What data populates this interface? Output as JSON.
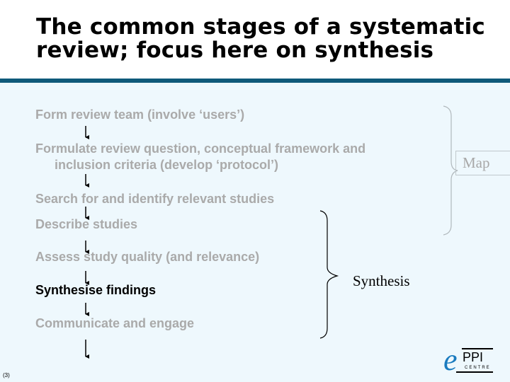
{
  "slide": {
    "title_line1": "The common stages of a systematic",
    "title_line2": "review; focus here on synthesis",
    "stages": [
      {
        "label": "Form review team (involve ‘users’)"
      },
      {
        "label": "Formulate review question, conceptual framework and",
        "label2": "inclusion criteria (develop ‘protocol’)"
      },
      {
        "label": "Search for and identify relevant studies"
      },
      {
        "label": "Describe studies"
      },
      {
        "label": "Assess study quality (and relevance)"
      },
      {
        "label": "Synthesise findings"
      },
      {
        "label": "Communicate and engage"
      }
    ],
    "synthesis_label": "Synthesis",
    "map_label": "Map",
    "page_number": "(3)",
    "logo_text": "ePPI CENTRE"
  },
  "colors": {
    "accent_bar": "#0f5a7a",
    "background": "#eef8fd",
    "inactive_text": "#aaaaaa",
    "active_text": "#000000",
    "logo_blue": "#1a7bbf"
  }
}
